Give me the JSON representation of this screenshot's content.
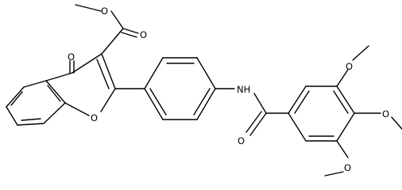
{
  "molecule": {
    "atom_labels": {
      "ester_carbonyl_o": "O",
      "ester_single_o": "O",
      "ring_ketone_o": "O",
      "pyran_o": "O",
      "amide_nh": "NH",
      "amide_carbonyl_o": "O",
      "methoxy_top_o": "O",
      "methoxy_mid_o": "O",
      "methoxy_bottom_o": "O"
    },
    "colors": {
      "bond": "#000000",
      "label": "#000000",
      "background": "#ffffff"
    }
  }
}
